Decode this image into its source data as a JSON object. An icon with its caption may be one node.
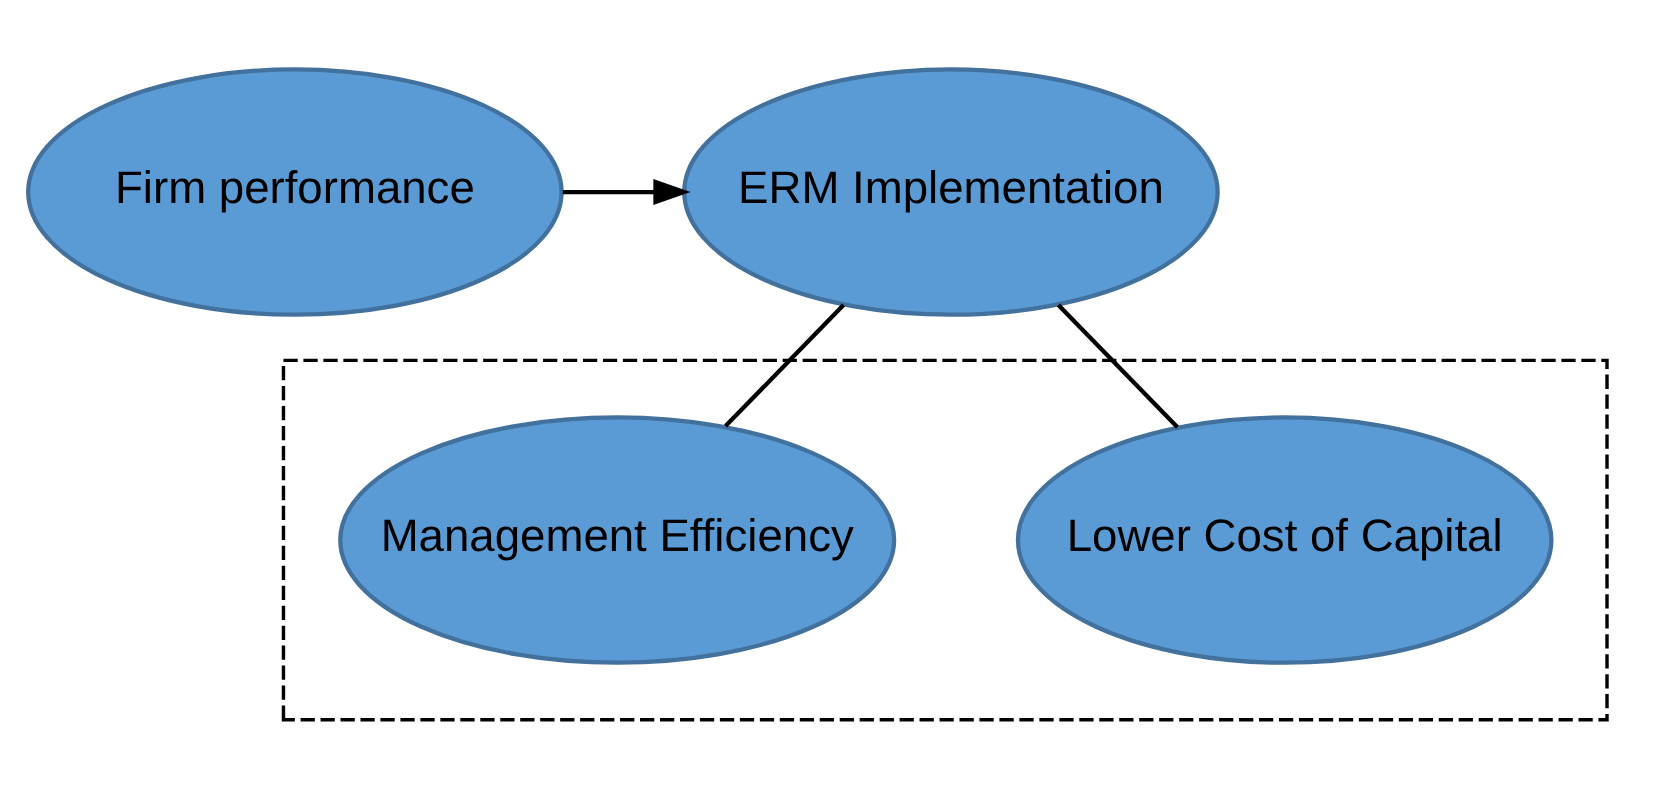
{
  "diagram": {
    "nodes": [
      {
        "text": [
          "Firm performance"
        ]
      },
      {
        "text": [
          "ERM Implementation"
        ]
      },
      {
        "text": [],
        "shape": "box"
      },
      {
        "text": [
          "Management Efficiency"
        ],
        "in": 2
      },
      {
        "text": [
          "Lower Cost of Capital"
        ],
        "in": 2
      }
    ],
    "edges": [
      {
        "from": 0,
        "to": 1,
        "arrow": "to"
      },
      {
        "from": 1,
        "to": 3,
        "arrow": "none"
      },
      {
        "from": 1,
        "to": 4,
        "arrow": "none"
      }
    ]
  }
}
